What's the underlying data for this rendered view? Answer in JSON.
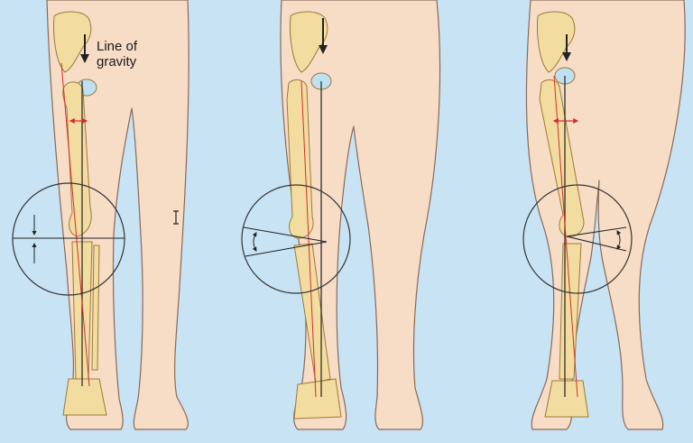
{
  "colors": {
    "background": "#c7e3f4",
    "skin": "#f7dcc6",
    "skin_outline": "#8a6a58",
    "bone": "#f3dca0",
    "bone_outline": "#9c7a3a",
    "femoral_head": "#bfe0f0",
    "gravity_line": "#222222",
    "mechanical_axis": "#d32f2f",
    "offset_arrow": "#d32f2f"
  },
  "panels": [
    "normal-alignment",
    "genu-varum",
    "genu-valgum"
  ],
  "annotation": {
    "label_line_1": "Line of",
    "label_line_2": "gravity"
  },
  "icons": {
    "gravity_arrow": "down-arrow-icon",
    "angle_marker": "curved-double-arrow-icon",
    "cursor": "text-cursor-icon"
  }
}
